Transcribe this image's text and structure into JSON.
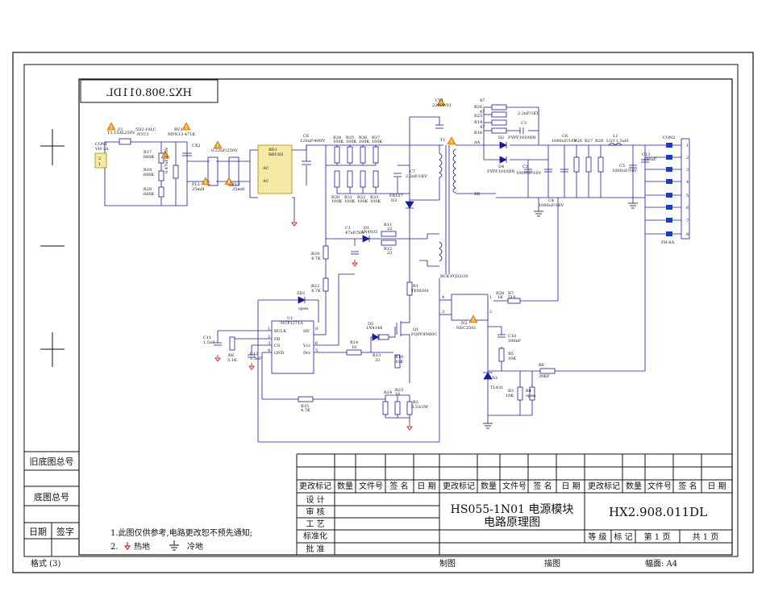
{
  "drawing_no_mirrored": "HX2.908.011DL",
  "title_line1": "HS055-1N01 电源模块",
  "title_line2": "电路原理图",
  "drawing_no": "HX2.908.011DL",
  "side_labels": {
    "old_base_no": "旧底图总号",
    "base_no": "底图总号",
    "date": "日期",
    "sign": "签字"
  },
  "revision_header": [
    "更改标记",
    "数量",
    "文件号",
    "签 名",
    "日 期"
  ],
  "approval_rows": [
    "设 计",
    "审 核",
    "工 艺",
    "标准化",
    "批 准"
  ],
  "meta_row": {
    "grade": "等 级",
    "mark": "标 记",
    "page": "第 1 页",
    "total": "共 1 页"
  },
  "notes": {
    "note1": "1.此图仅供参考,电路更改恕不预先通知;",
    "note2_prefix": "2.",
    "hot_ground": "热地",
    "cold_ground": "冷地"
  },
  "footer": {
    "format": "格式 (3)",
    "drawn": "制图",
    "traced": "描图",
    "size": "幅面: A4"
  },
  "components": {
    "CON1": "CON1",
    "CON1_type": "VH-3A",
    "F1": "F1",
    "F1_val": "T3.15AL250V",
    "NTC1_val": "5D2-10LC",
    "NTC1": "NTC1",
    "RV1": "RV1",
    "RV1_val": "MYN13-471K",
    "R17": "R17",
    "R17_val": "680K",
    "R18": "R18",
    "R18_val": "680K",
    "R20": "R20",
    "R20_val": "680K",
    "CX1": "CX1",
    "CX1_val": "0.47uF/275V",
    "CX2": "CX2",
    "CX2_val": "0.22uF/250V",
    "FL1": "FL1",
    "FL1_val": "25mH",
    "FL2": "FL2",
    "FL2_val": "25mH",
    "BD1": "BD1",
    "BD1_val": "RBU8S",
    "C8": "C8",
    "C8_val": "120uF/400V",
    "R34": "R34",
    "R35": "R35",
    "R36": "R36",
    "R37": "R37",
    "R30": "R30",
    "R31": "R31",
    "R32": "R32",
    "R33": "R33",
    "val_100K": "100K",
    "CY1": "CY1",
    "CY1_val": "2200P/Y1",
    "C7": "C7",
    "C7_val": "2.2nF/1KV",
    "FR107": "FR107",
    "D3": "D3",
    "T1": "T1",
    "T1_val": "BCK-PQ32/20",
    "C1": "C1",
    "C1_val": "47uF/50V",
    "D1": "D1",
    "D1_val": "1N4935",
    "R11": "R11",
    "R11_val": "22",
    "R12": "R12",
    "R12_val": "22",
    "R29": "R29",
    "R29_val": "4.7K",
    "R22": "R22",
    "R22_val": "4.7K",
    "ZD1": "ZD1",
    "ZD1_val": "open",
    "U1": "U1",
    "U1_val": "NCP1271A",
    "pin_bulk": "BULK",
    "pin_fb": "FB",
    "pin_cs": "CS",
    "pin_gnd": "GND",
    "pin_hv": "HV",
    "pin_vcc": "Vcc",
    "pin_drv": "Drv",
    "C11": "C11",
    "C11_val": "1.5nF",
    "R8": "R8",
    "R8_val": "5.1K",
    "C12": "C12",
    "C12_val": "1.5nF",
    "D5": "D5",
    "D5_val": "1N4148",
    "R14": "R14",
    "R14_val": "10",
    "R13": "R13",
    "R13_val": "33",
    "Q1": "Q1",
    "Q1_val": "FQPF8N60C",
    "R10": "R10",
    "R10_val": "10K",
    "R1": "R1",
    "R1_val": "TEM200",
    "R15": "R15",
    "R15_val": "4.7K",
    "R23": "R23",
    "R24": "R24",
    "R_val_10": "10",
    "R2": "R2",
    "R2_val": "0.33/2W",
    "R26": "R26",
    "R25": "R25",
    "R19": "R19",
    "R16": "R16",
    "R_val_47": "47",
    "C3": "C3",
    "C3_val": "2.2nF/1KV",
    "D2": "D2",
    "D2_val": "FYPF1010DN",
    "D4": "D4",
    "D4_val": "FYPF1010DN",
    "C2": "C2",
    "C2_val": "1000uF/16V",
    "C4": "C4",
    "C4_val": "1000uF/16V",
    "C6": "C6",
    "C6_val": "1000uF/16V",
    "R26b": "R26",
    "R27": "R27",
    "R28": "R28",
    "L1": "L1",
    "L1_val": "LGT-1.5uH",
    "C5": "C5",
    "C5_val": "1000uF/16V",
    "C13": "C13",
    "C13_val": "100uF",
    "CON2": "CON2",
    "CON2_type": "PH-8A",
    "AA": "AA",
    "BB": "BB",
    "R38": "R38",
    "R38_val": "1K",
    "R7": "R7",
    "R7_val": "510",
    "N2": "N2",
    "N2_val": "NEC2501",
    "C10": "C10",
    "C10_val": "100nF",
    "R5": "R5",
    "R5_val": "10K",
    "N1": "N1",
    "N1_val": "TL431",
    "R3": "R3",
    "R3_val": "10K",
    "R4": "R4",
    "R4_val": "open",
    "R6": "R6",
    "R6_val": "39KF",
    "ac": "AC"
  }
}
